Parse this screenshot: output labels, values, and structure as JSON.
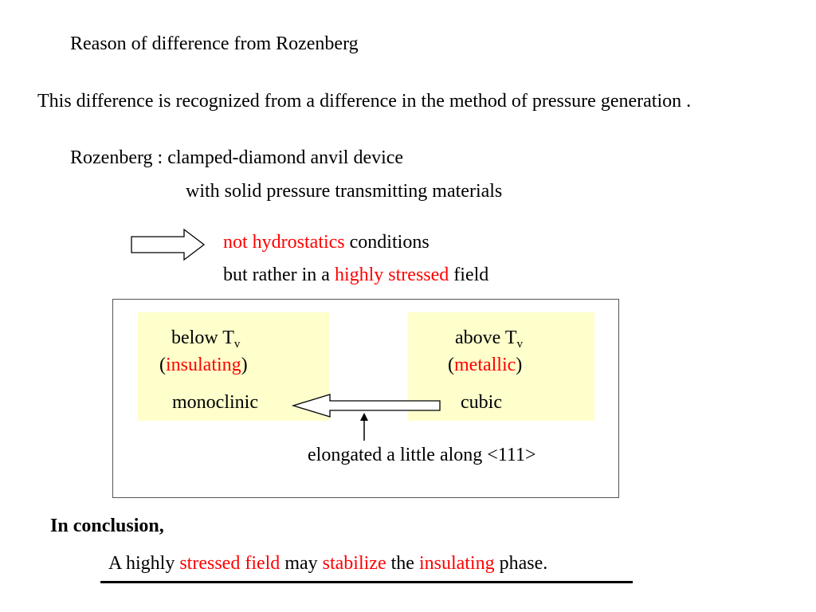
{
  "heading": "Reason of difference from Rozenberg",
  "intro": "This difference is recognized from a difference in the method of pressure generation .",
  "method": {
    "line1": "Rozenberg : clamped-diamond anvil device",
    "line2": "with solid pressure transmitting materials"
  },
  "consequence": {
    "l1_red": "not hydrostatics",
    "l1_rest": " conditions",
    "l2_pre": "but rather in a ",
    "l2_red": "highly stressed",
    "l2_post": " field"
  },
  "diagram": {
    "left": {
      "label": "below T",
      "sub": "v",
      "phase_open": "(",
      "phase": "insulating",
      "phase_close": ")",
      "structure": "monoclinic"
    },
    "right": {
      "label": "above T",
      "sub": "v",
      "phase_open": "(",
      "phase": "metallic",
      "phase_close": ")",
      "structure": "cubic"
    },
    "note": "elongated a little along <111>"
  },
  "conclusion": {
    "heading": "In conclusion,",
    "s1": "A highly ",
    "s2": "stressed field",
    "s3": " may ",
    "s4": "stabilize",
    "s5": " the ",
    "s6": "insulating",
    "s7": " phase."
  },
  "colors": {
    "accent_red": "#ff0000",
    "panel_fill": "#ffffcc"
  }
}
